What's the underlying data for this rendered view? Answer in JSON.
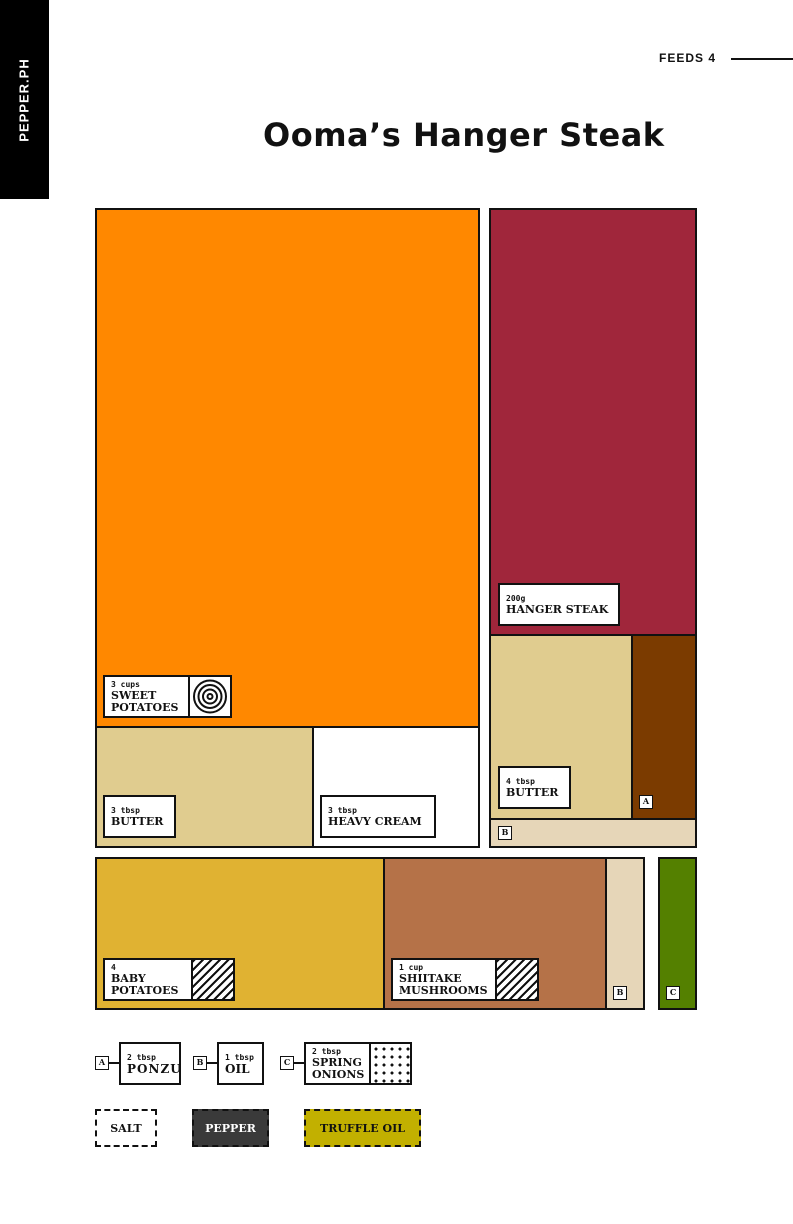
{
  "brand": "PEPPER.PH",
  "header": {
    "feeds": "FEEDS 4"
  },
  "title": "Ooma’s Hanger Steak",
  "colors": {
    "sweet_potatoes": "#FF8800",
    "hanger_steak": "#A0263B",
    "butter": "#E0CC8F",
    "heavy_cream": "#FFFFFF",
    "dark_brown": "#7B3B00",
    "light_beige": "#E6D6B8",
    "baby_potatoes": "#E0B232",
    "shiitake": "#B57248",
    "green": "#548000",
    "pepper": "#3A3A3A",
    "truffle": "#C2B000"
  },
  "ingredients": {
    "sweet_potatoes": {
      "qty": "3 cups",
      "name": "SWEET POTATOES",
      "icon": "concentric-circles-icon"
    },
    "butter_left": {
      "qty": "3 tbsp",
      "name": "BUTTER"
    },
    "heavy_cream": {
      "qty": "3 tbsp",
      "name": "HEAVY CREAM"
    },
    "hanger_steak": {
      "qty": "200g",
      "name": "HANGER STEAK"
    },
    "butter_right": {
      "qty": "4 tbsp",
      "name": "BUTTER"
    },
    "baby_potatoes": {
      "qty": "4",
      "name": "BABY POTATOES",
      "icon": "diagonal-hatch-icon"
    },
    "shiitake": {
      "qty": "1 cup",
      "name": "SHIITAKE MUSHROOMS",
      "icon": "diagonal-hatch-icon"
    }
  },
  "tags": {
    "a": "A",
    "b": "B",
    "c": "C"
  },
  "legend": [
    {
      "tag": "A",
      "qty": "2 tbsp",
      "name": "PONZU"
    },
    {
      "tag": "B",
      "qty": "1 tbsp",
      "name": "OIL"
    },
    {
      "tag": "C",
      "qty": "2 tbsp",
      "name": "SPRING ONIONS",
      "icon": "dot-grid-icon"
    }
  ],
  "seasoning": [
    {
      "name": "SALT"
    },
    {
      "name": "PEPPER"
    },
    {
      "name": "TRUFFLE OIL"
    }
  ]
}
